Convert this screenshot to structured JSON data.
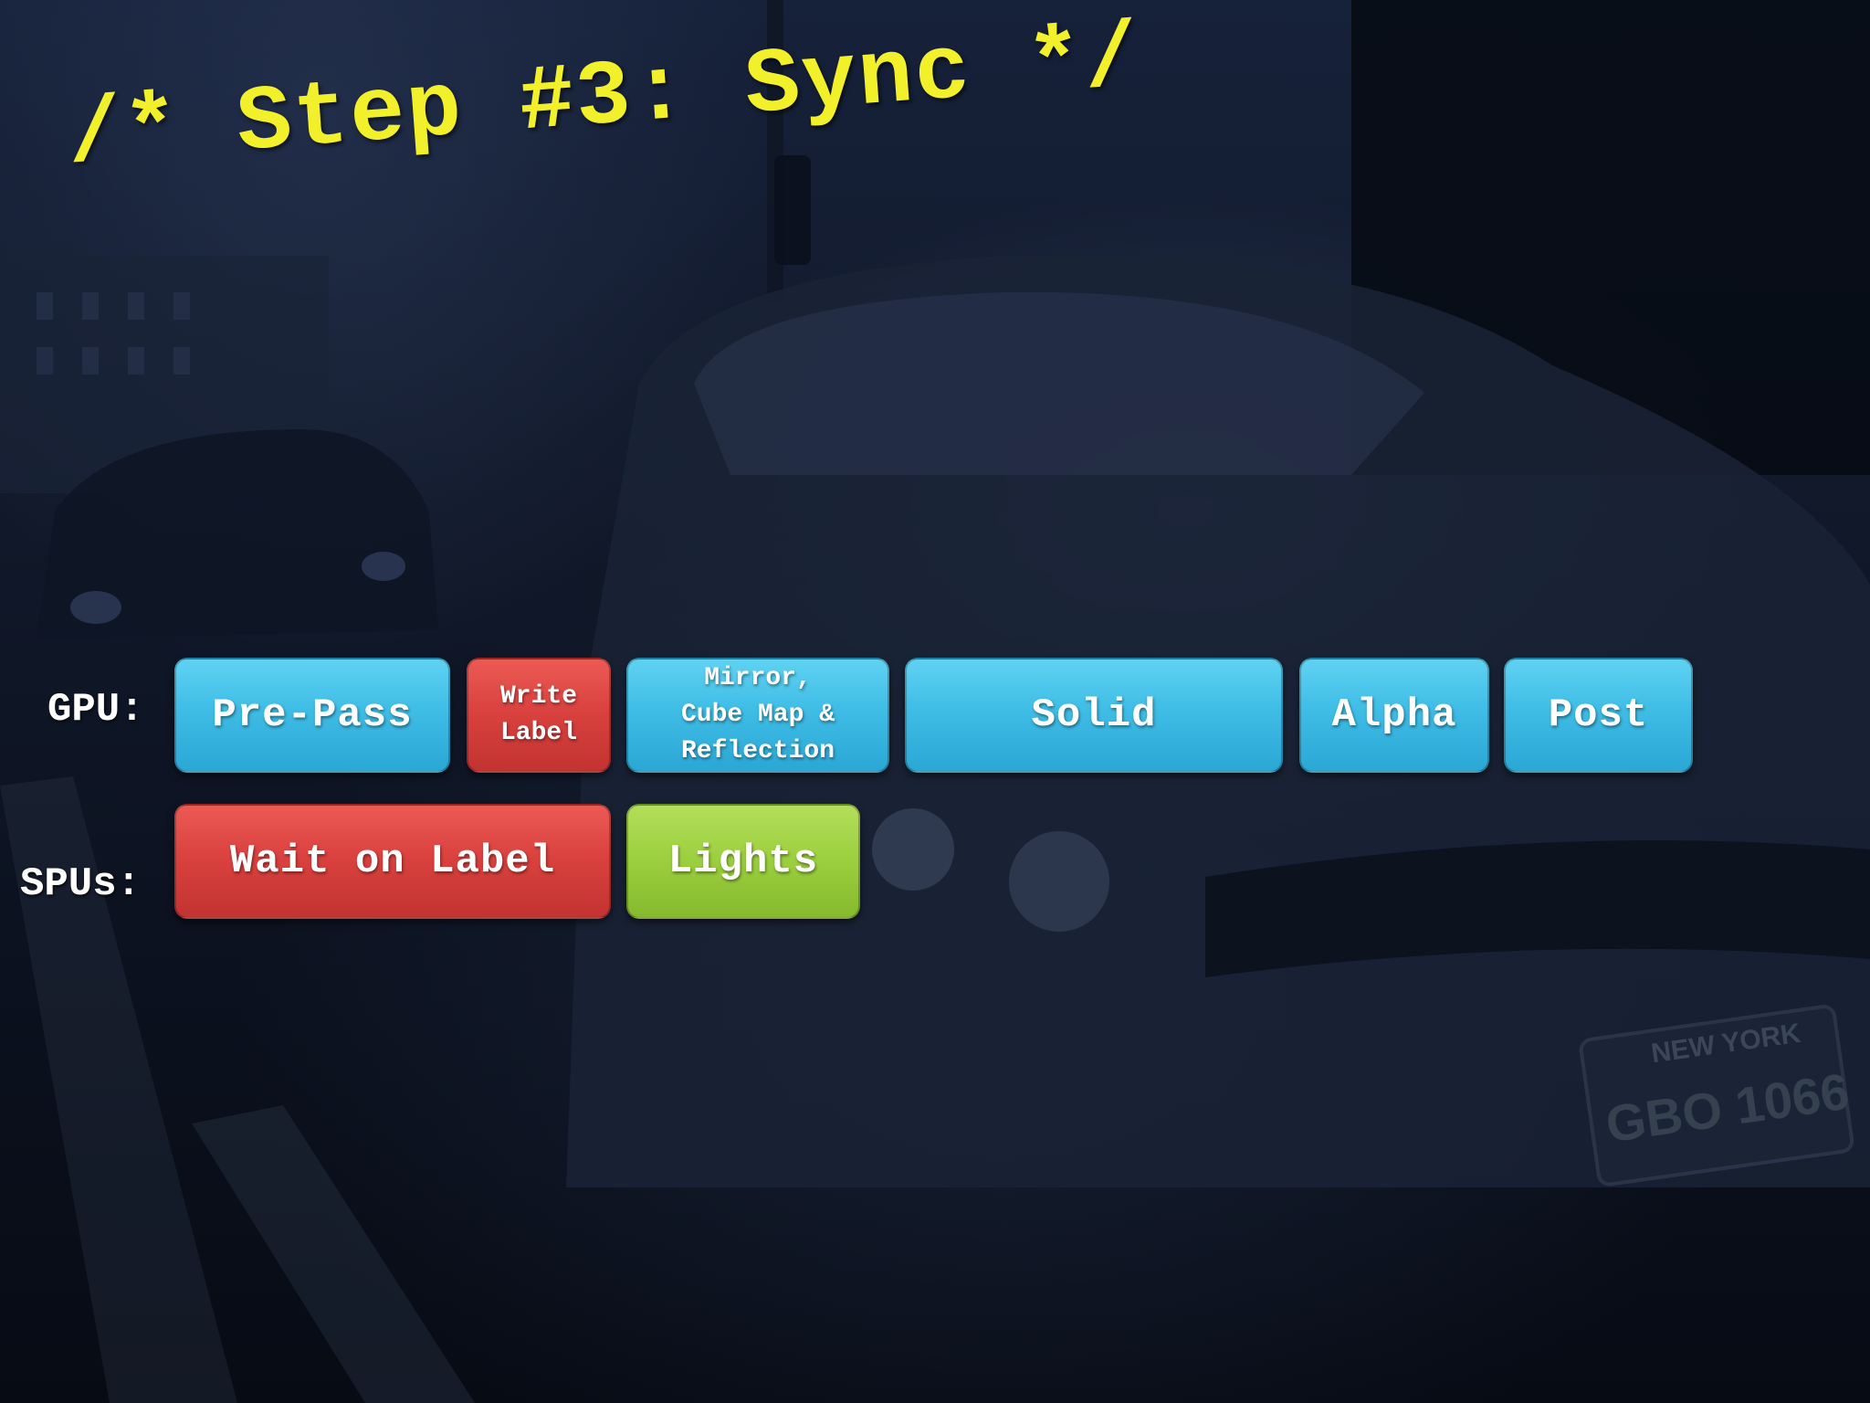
{
  "title": "/* Step #3: Sync */",
  "gpu_row": {
    "label": "GPU:",
    "tasks": [
      {
        "label": "Pre-Pass",
        "color": "#3fbde6"
      },
      {
        "label": "Write\nLabel",
        "color": "#d8403d"
      },
      {
        "label": "Mirror,\nCube Map &\nReflection",
        "color": "#3fbde6"
      },
      {
        "label": "Solid",
        "color": "#3fbde6"
      },
      {
        "label": "Alpha",
        "color": "#3fbde6"
      },
      {
        "label": "Post",
        "color": "#3fbde6"
      }
    ]
  },
  "spu_row": {
    "label": "SPUs:",
    "tasks": [
      {
        "label": "Wait on Label",
        "color": "#d8403d"
      },
      {
        "label": "Lights",
        "color": "#9bcf3e"
      }
    ]
  },
  "background": {
    "license_plate_state": "NEW YORK",
    "license_plate_number": "GBO 1066"
  }
}
